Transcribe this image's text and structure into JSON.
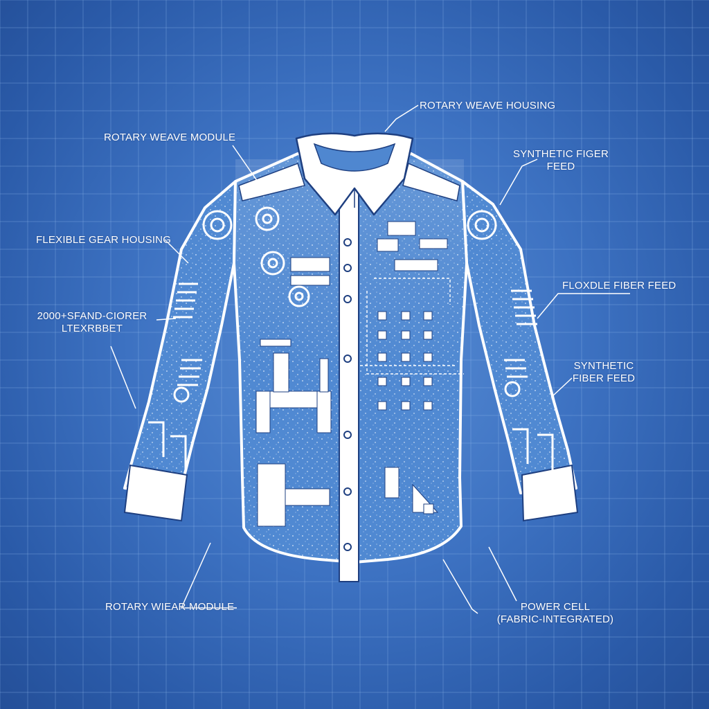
{
  "labels": {
    "rotary_weave_housing": "ROTARY WEAVE HOUSING",
    "rotary_weave_module": "ROTARY WEAVE MODULE",
    "synthetic_figer_feed_1": "SYNTHETIC FIGER",
    "synthetic_figer_feed_2": "FEED",
    "flexible_gear_housing": "FLEXIBLE GEAR HOUSING",
    "floxdle_fiber_feed": "FLOXDLE FIBER FEED",
    "garbled_1": "2000+SFAND-CIORER",
    "garbled_2": "LTEXRBBET",
    "synthetic_fiber_feed_1": "SYNTHETIC",
    "synthetic_fiber_feed_2": "FIBER FEED",
    "rotary_wear_module": "ROTARY WIEAR MODULE",
    "power_cell_1": "POWER CELL",
    "power_cell_2": "(FABRIC-INTEGRATED)"
  },
  "colors": {
    "background": "#3d72c2",
    "grid_line": "#8fb6ea",
    "shirt_fabric": "#4f87d0",
    "outline": "#ffffff",
    "collar": "#ffffff"
  }
}
